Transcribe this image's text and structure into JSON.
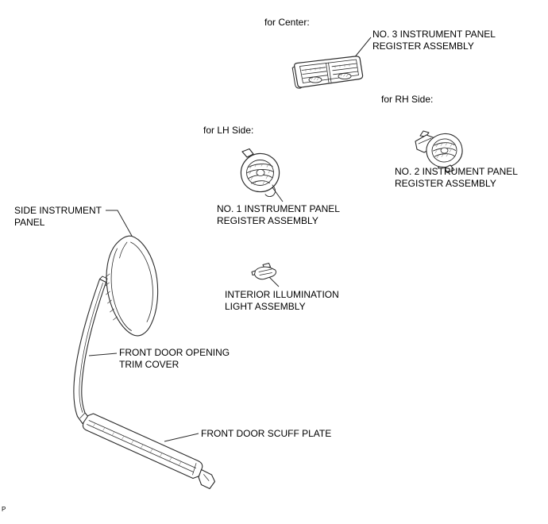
{
  "diagram": {
    "sections": {
      "center": "for Center:",
      "rh": "for RH Side:",
      "lh": "for LH Side:"
    },
    "parts": {
      "no3": {
        "lines": [
          "NO. 3 INSTRUMENT PANEL",
          "REGISTER ASSEMBLY"
        ]
      },
      "no2": {
        "lines": [
          "NO. 2 INSTRUMENT PANEL",
          "REGISTER ASSEMBLY"
        ]
      },
      "no1": {
        "lines": [
          "NO. 1 INSTRUMENT PANEL",
          "REGISTER ASSEMBLY"
        ]
      },
      "side_panel": {
        "lines": [
          "SIDE INSTRUMENT",
          "PANEL"
        ]
      },
      "illumination": {
        "lines": [
          "INTERIOR ILLUMINATION",
          "LIGHT ASSEMBLY"
        ]
      },
      "trim_cover": {
        "lines": [
          "FRONT DOOR OPENING",
          "TRIM COVER"
        ]
      },
      "scuff_plate": {
        "lines": [
          "FRONT DOOR SCUFF PLATE"
        ]
      }
    },
    "footer_mark": "P",
    "colors": {
      "line": "#2b2b2b",
      "background": "#ffffff",
      "text": "#000000"
    }
  }
}
